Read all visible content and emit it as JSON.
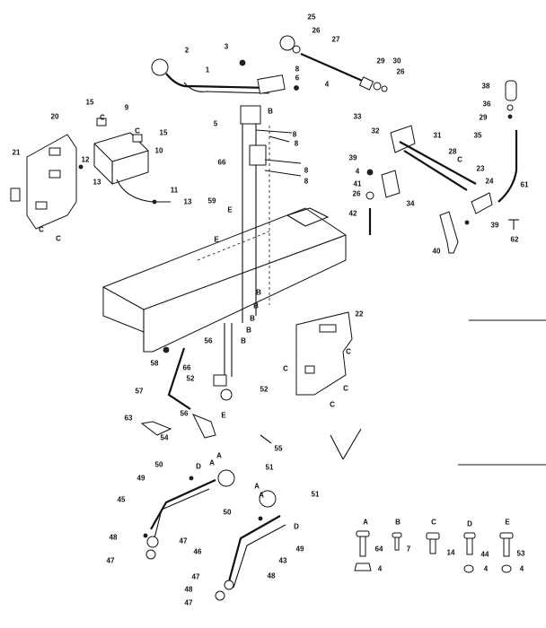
{
  "labels": [
    "25",
    "26",
    "27",
    "2",
    "3",
    "8",
    "6",
    "1",
    "4",
    "5",
    "8",
    "8",
    "66",
    "8",
    "8",
    "9",
    "15",
    "15",
    "10",
    "20",
    "21",
    "12",
    "13",
    "11",
    "13",
    "59",
    "E",
    "29",
    "30",
    "26",
    "38",
    "36",
    "29",
    "33",
    "32",
    "31",
    "28",
    "39",
    "4",
    "41",
    "26",
    "42",
    "34",
    "35",
    "23",
    "24",
    "61",
    "39",
    "40",
    "62",
    "C",
    "B",
    "B",
    "B",
    "B",
    "B",
    "22",
    "C",
    "C",
    "C",
    "C",
    "56",
    "58",
    "66",
    "57",
    "52",
    "52",
    "E",
    "56",
    "63",
    "54",
    "55",
    "50",
    "49",
    "D",
    "A",
    "A",
    "51",
    "45",
    "A",
    "A",
    "51",
    "50",
    "D",
    "48",
    "47",
    "46",
    "47",
    "49",
    "43",
    "47",
    "48",
    "48",
    "47",
    "C",
    "C",
    "C",
    "C",
    "E",
    "B"
  ],
  "legend": {
    "headers": [
      "A",
      "B",
      "C",
      "D",
      "E"
    ],
    "numbers": [
      "64",
      "7",
      "14",
      "44",
      "53"
    ],
    "washers": [
      "4",
      "4",
      "4"
    ]
  }
}
